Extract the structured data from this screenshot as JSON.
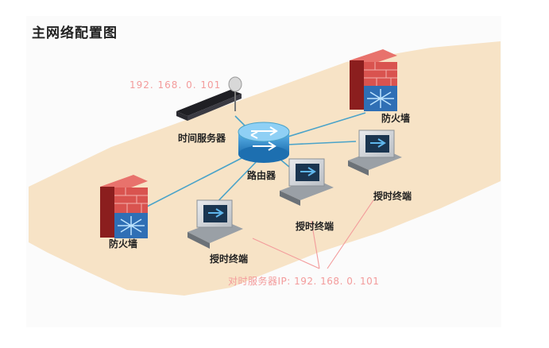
{
  "title": "主网络配置图",
  "server_ip": "192. 168. 0. 101",
  "labels": {
    "time_server": "时间服务器",
    "router": "路由器",
    "firewall_left": "防火墙",
    "firewall_right": "防火墙",
    "terminal_1": "授时终端",
    "terminal_2": "授时终端",
    "terminal_3": "授时终端"
  },
  "client_note": "对时服务器IP: 192. 168. 0. 101",
  "colors": {
    "floor": "#f7e3c6",
    "network_line": "#4aa3c9",
    "annotation": "#f39b9b",
    "router": "#2f8fd0",
    "firewall_red": "#d9534f",
    "firewall_blue": "#2f6fb5"
  }
}
